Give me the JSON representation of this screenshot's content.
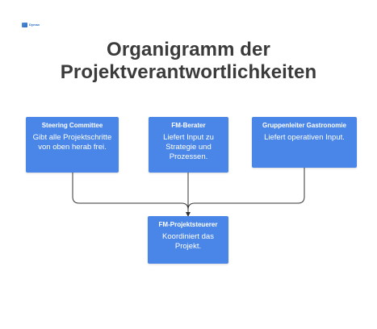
{
  "logo": {
    "text": "Dymax"
  },
  "title": {
    "line1": "Organigramm der",
    "line2": "Projektverantwortlichkeiten"
  },
  "nodes": {
    "steering_committee": {
      "title": "Steering Committee",
      "description": "Gibt alle Projektschritte von oben herab frei."
    },
    "fm_berater": {
      "title": "FM-Berater",
      "description": "Liefert Input zu Strategie und Prozessen."
    },
    "gruppenleiter": {
      "title": "Gruppenleiter Gastronomie",
      "description": "Liefert operativen Input."
    },
    "fm_projektsteuerer": {
      "title": "FM-Projektsteuerer",
      "description": "Koordiniert das Projekt."
    }
  },
  "colors": {
    "box_fill": "#4a86e8",
    "title_text": "#3b3b3b",
    "connector": "#333333"
  }
}
